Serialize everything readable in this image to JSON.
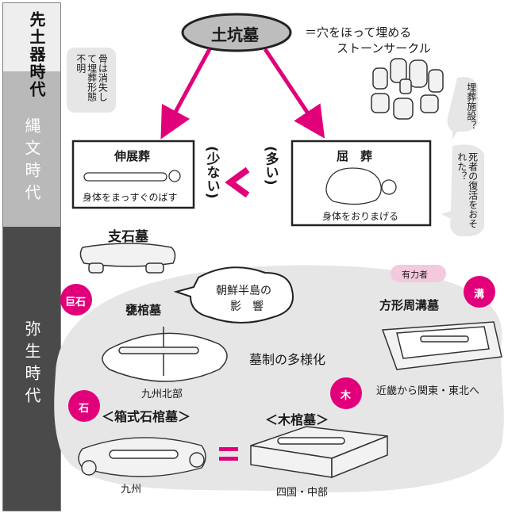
{
  "eras": {
    "paleolithic": "先土器時代",
    "jomon": "縄文時代",
    "yayoi": "弥生時代"
  },
  "pale_note": "骨は消失して埋葬形態不明",
  "pit_grave": {
    "label": "土坑墓",
    "definition_line1": "＝穴をほって埋める",
    "definition_line2": "ストーンサークル"
  },
  "stone_circle_note": "埋葬施設？",
  "extended": {
    "title": "伸展葬",
    "caption": "身体をまっすぐのばす",
    "frequency": "(少ない)"
  },
  "comparison_symbol": "<",
  "flexed": {
    "title": "屈　葬",
    "caption": "身体をおりまげる",
    "frequency": "(多い)"
  },
  "flexed_note": "死者の復活をおそれた？",
  "dolmen": {
    "title": "支石墓",
    "tag": "巨石"
  },
  "korea_bubble": {
    "line1": "朝鮮半島の",
    "line2": "影　響"
  },
  "jar_coffin": {
    "title": "甕棺墓",
    "region": "九州北部"
  },
  "diversification": "墓制の多様化",
  "moated": {
    "title": "方形周溝墓",
    "elite_tag": "有力者",
    "tag": "溝",
    "region": "近畿から関東・東北へ"
  },
  "stone_coffin": {
    "title": "＜箱式石棺墓＞",
    "tag": "石",
    "region": "九州"
  },
  "equals": "＝",
  "wood_coffin": {
    "title": "＜木棺墓＞",
    "tag": "木",
    "region": "四国・中部"
  },
  "colors": {
    "accent": "#e2007a",
    "era_dark": "#4a4a4a",
    "era_mid": "#b9b9b9",
    "era_light": "#eeeeee",
    "cloud": "#e6e6e6",
    "pill": "#bdbdbd"
  }
}
